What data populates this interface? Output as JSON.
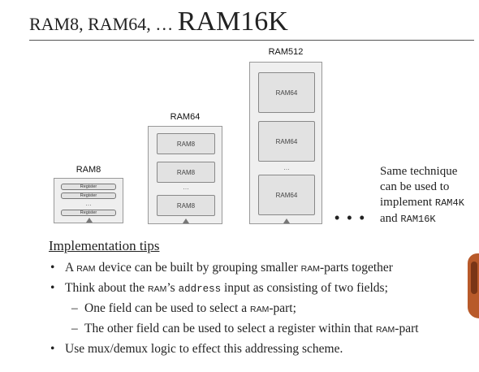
{
  "slide": {
    "title_small": "RAM8, RAM64, … ",
    "title_big": "RAM16K"
  },
  "diagram": {
    "ram8": {
      "label": "RAM8",
      "registers": [
        "Register",
        "Register",
        "Register"
      ],
      "dots": "…"
    },
    "ram64": {
      "label": "RAM64",
      "blocks": [
        "RAM8",
        "RAM8",
        "RAM8"
      ],
      "dots": "…"
    },
    "ram512": {
      "label": "RAM512",
      "blocks": [
        "RAM64",
        "RAM64",
        "RAM64"
      ],
      "dots": "…"
    },
    "more_dots": "• • •",
    "side_note": {
      "line1": "Same technique",
      "line2": "can be used to",
      "line3_prefix": "implement ",
      "line3_code": "RAM4K",
      "line4_prefix": "and ",
      "line4_code": "RAM16K"
    }
  },
  "tips": {
    "heading": "Implementation tips",
    "b1": {
      "a": "A ",
      "sc1": "RAM",
      "b": " device can be built by grouping smaller ",
      "sc2": "RAM",
      "c": "-parts together"
    },
    "b2": {
      "a": "Think about the ",
      "sc1": "RAM",
      "b": "’s ",
      "code": "address",
      "c": " input as consisting of two fields;"
    },
    "b3": {
      "a": "One field can be used to select a ",
      "sc1": "RAM",
      "b": "-part;"
    },
    "b4": {
      "a": "The other field can be used to select a register within that ",
      "sc1": "RAM",
      "b": "-part"
    },
    "b5": {
      "a": "Use mux/demux logic to effect this addressing scheme."
    }
  }
}
